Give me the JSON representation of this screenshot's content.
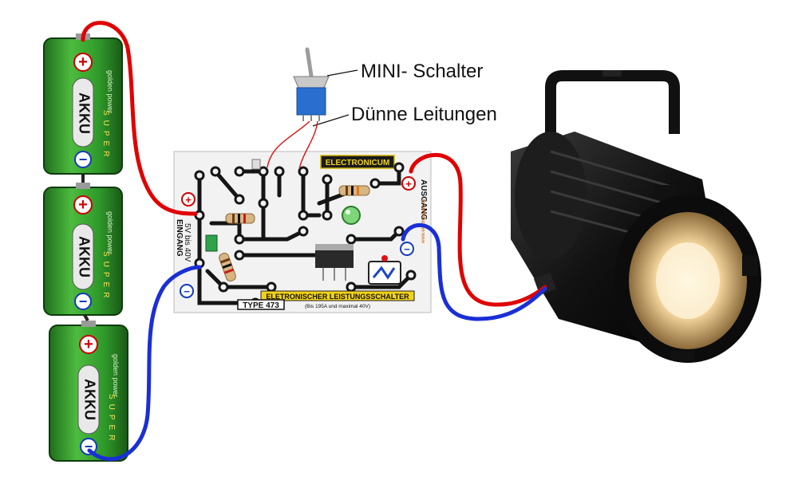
{
  "labels": {
    "mini_switch": "MINI- Schalter",
    "thin_wires": "Dünne Leitungen"
  },
  "batteries": {
    "label": "AKKU",
    "brand": "golden power",
    "series": "SUPER",
    "plus": "+",
    "minus": "−",
    "count": 3
  },
  "board": {
    "brand": "ELECTRONICUM",
    "input_label": "EINGANG",
    "input_range": "5V bis 40V",
    "output_label": "AUSGANG",
    "title": "ELETRONISCHER LEISTUNGSSCHALTER",
    "subtitle": "(Bis 195A und maximal 40V)",
    "type": "TYPE 473",
    "website": "www.electronicum.at"
  },
  "colors": {
    "positive_wire": "#e00000",
    "negative_wire": "#1a2fd6",
    "battery_green": "#2f9a2a",
    "board_bg": "#f2f2f2",
    "lamp_body": "#141414",
    "lamp_glow": "#f3d9a0"
  }
}
